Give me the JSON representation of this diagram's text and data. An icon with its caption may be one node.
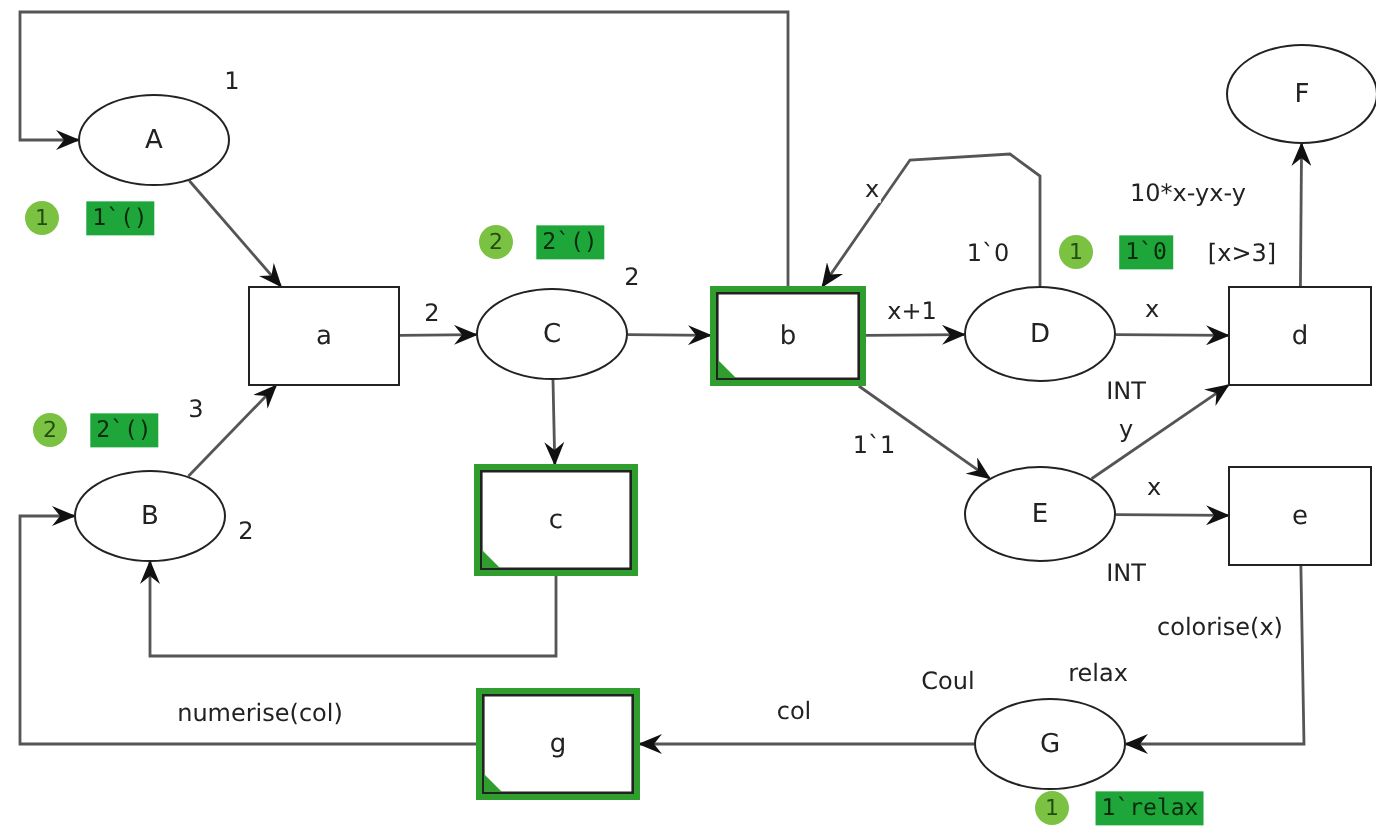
{
  "diagram": {
    "nodes": [
      {
        "text": [
          "A"
        ],
        "beside": [
          "1",
          "1",
          "1`()"
        ]
      },
      {
        "text": [
          "F"
        ]
      },
      {
        "text": [
          "a"
        ]
      },
      {
        "text": [
          "C"
        ],
        "beside": [
          "2",
          "2",
          "2`()"
        ]
      },
      {
        "text": [
          "b"
        ]
      },
      {
        "text": [
          "D"
        ],
        "beside": [
          "1`0",
          "1",
          "1`0",
          "INT"
        ]
      },
      {
        "text": [
          "d"
        ],
        "beside": [
          "[x>3]"
        ]
      },
      {
        "text": [
          "B"
        ],
        "beside": [
          "2",
          "2",
          "2`()"
        ]
      },
      {
        "text": [
          "c"
        ]
      },
      {
        "text": [
          "E"
        ],
        "beside": [
          "INT"
        ]
      },
      {
        "text": [
          "e"
        ]
      },
      {
        "text": [
          "G"
        ],
        "beside": [
          "Coul",
          "relax",
          "1",
          "1`relax"
        ]
      },
      {
        "text": [
          "g"
        ]
      }
    ],
    "edges": [
      {
        "from": 0,
        "to": 2,
        "arrow": "to"
      },
      {
        "from": 7,
        "to": 2,
        "arrow": "to",
        "label": "3"
      },
      {
        "from": 2,
        "to": 3,
        "arrow": "to",
        "label": "2"
      },
      {
        "from": 3,
        "to": 4,
        "arrow": "to"
      },
      {
        "from": 3,
        "to": 8,
        "arrow": "to"
      },
      {
        "from": 8,
        "to": 7,
        "arrow": "to"
      },
      {
        "from": 4,
        "to": 0,
        "arrow": "to"
      },
      {
        "from": 4,
        "to": 5,
        "arrow": "to",
        "label": "x+1"
      },
      {
        "from": 5,
        "to": 4,
        "arrow": "to",
        "label": "x"
      },
      {
        "from": 4,
        "to": 9,
        "arrow": "to",
        "label": "1`1"
      },
      {
        "from": 5,
        "to": 6,
        "arrow": "to",
        "label": "x"
      },
      {
        "from": 9,
        "to": 6,
        "arrow": "to",
        "label": "y"
      },
      {
        "from": 9,
        "to": 10,
        "arrow": "to",
        "label": "x"
      },
      {
        "from": 6,
        "to": 1,
        "arrow": "to",
        "label": "10*x-yx-y"
      },
      {
        "from": 10,
        "to": 11,
        "arrow": "to",
        "label": "colorise(x)"
      },
      {
        "from": 11,
        "to": 12,
        "arrow": "to",
        "label": "col"
      },
      {
        "from": 12,
        "to": 7,
        "arrow": "to",
        "label": "numerise(col)"
      }
    ]
  }
}
